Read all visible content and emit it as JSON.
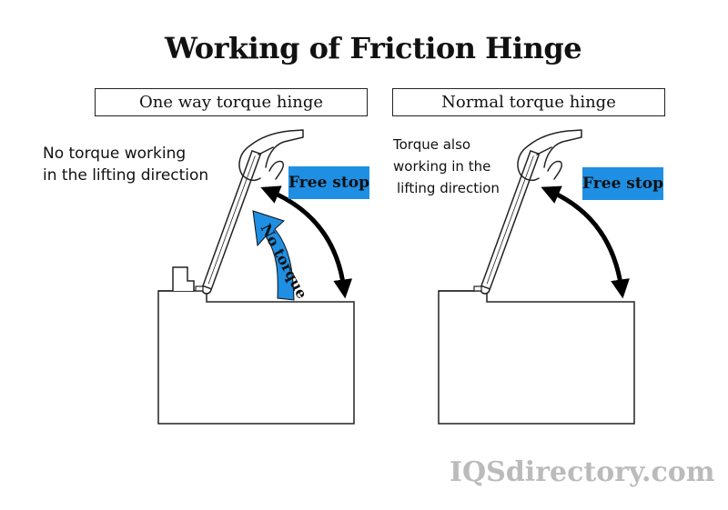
{
  "title": "Working of Friction Hinge",
  "panels": [
    {
      "label": "One way torque hinge",
      "note_lines": [
        "No torque working",
        "in the lifting direction"
      ],
      "stop_label": "Free stop",
      "arrow_label": "No torque"
    },
    {
      "label": "Normal torque hinge",
      "note_lines": [
        "Torque also",
        "working in the",
        "lifting direction"
      ],
      "stop_label": "Free stop"
    }
  ],
  "watermark": "IQSdirectory.com",
  "colors": {
    "accent": "#1f8fe3",
    "line": "#222222"
  }
}
